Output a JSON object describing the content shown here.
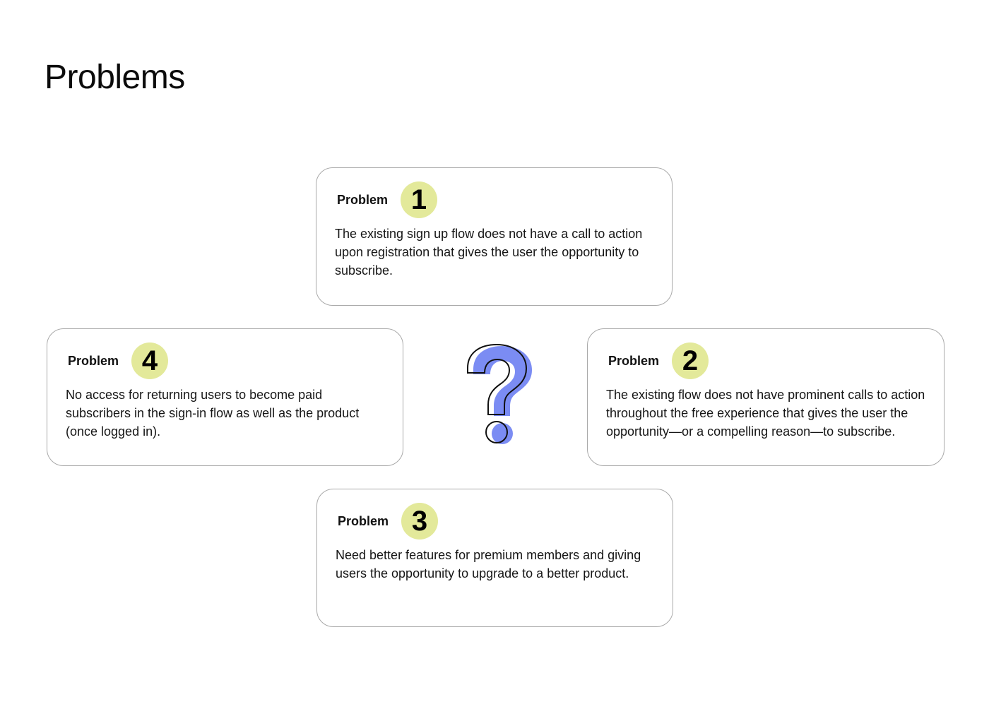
{
  "page": {
    "title": "Problems"
  },
  "colors": {
    "badge": "#e3e99a",
    "question_fill": "#7b8cf3",
    "card_border": "#a9a9a9"
  },
  "center_icon": "question-mark-icon",
  "problems": [
    {
      "label": "Problem",
      "number": "1",
      "text": "The existing sign up flow does not have a call to action upon registration that gives the user the opportunity to subscribe."
    },
    {
      "label": "Problem",
      "number": "2",
      "text": "The existing flow does not have prominent calls to action throughout the free experience that gives the user the opportunity—or a compelling reason—to subscribe."
    },
    {
      "label": "Problem",
      "number": "3",
      "text": "Need better features for premium members and giving users the opportunity to upgrade to a better product."
    },
    {
      "label": "Problem",
      "number": "4",
      "text": "No access for returning users to become paid subscribers in the sign-in flow as well as the product (once logged in)."
    }
  ]
}
